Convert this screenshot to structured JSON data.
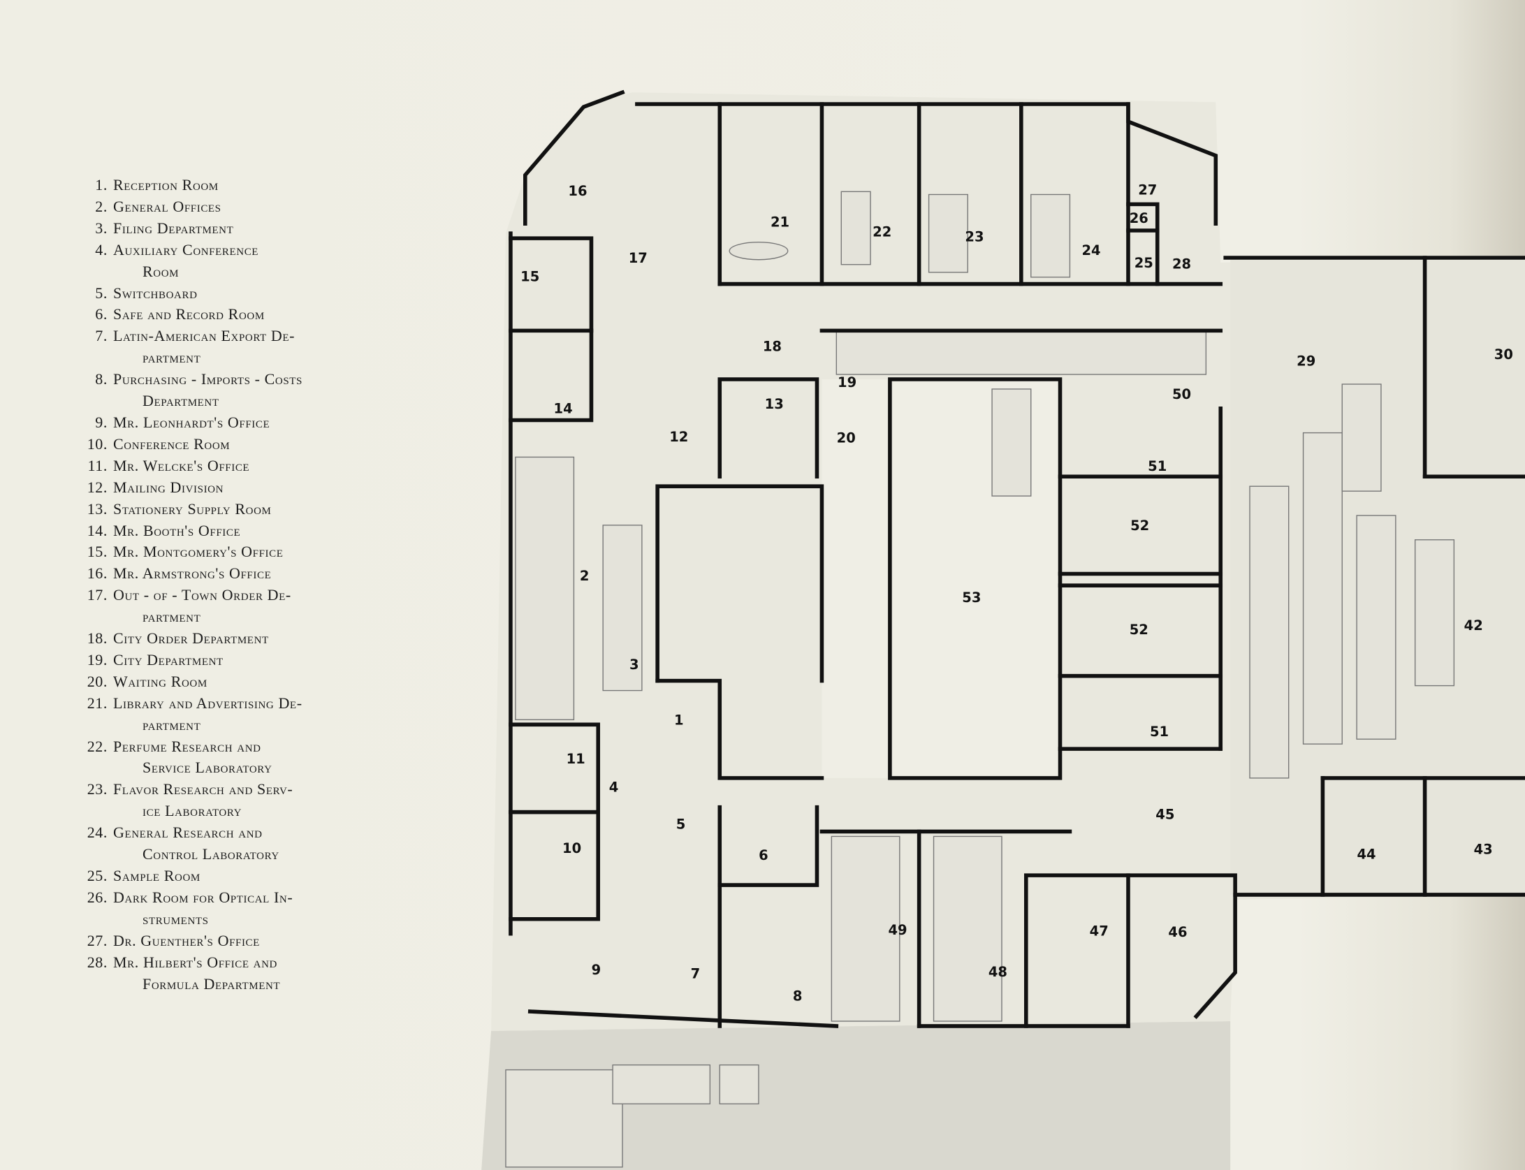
{
  "legend": [
    {
      "num": "1.",
      "text": "Reception Room"
    },
    {
      "num": "2.",
      "text": "General Offices"
    },
    {
      "num": "3.",
      "text": "Filing Department"
    },
    {
      "num": "4.",
      "text": "Auxiliary Conference",
      "cont": "Room"
    },
    {
      "num": "5.",
      "text": "Switchboard"
    },
    {
      "num": "6.",
      "text": "Safe and Record Room"
    },
    {
      "num": "7.",
      "text": "Latin-American Export De-",
      "cont": "partment"
    },
    {
      "num": "8.",
      "text": "Purchasing - Imports - Costs",
      "cont": "Department"
    },
    {
      "num": "9.",
      "text": "Mr. Leonhardt's Office"
    },
    {
      "num": "10.",
      "text": "Conference Room"
    },
    {
      "num": "11.",
      "text": "Mr. Welcke's Office"
    },
    {
      "num": "12.",
      "text": "Mailing Division"
    },
    {
      "num": "13.",
      "text": "Stationery Supply Room"
    },
    {
      "num": "14.",
      "text": "Mr. Booth's Office"
    },
    {
      "num": "15.",
      "text": "Mr. Montgomery's Office"
    },
    {
      "num": "16.",
      "text": "Mr. Armstrong's Office"
    },
    {
      "num": "17.",
      "text": "Out - of - Town Order De-",
      "cont": "partment"
    },
    {
      "num": "18.",
      "text": "City Order Department"
    },
    {
      "num": "19.",
      "text": "City Department"
    },
    {
      "num": "20.",
      "text": "Waiting Room"
    },
    {
      "num": "21.",
      "text": "Library and Advertising De-",
      "cont": "partment"
    },
    {
      "num": "22.",
      "text": "Perfume Research and",
      "cont": "Service Laboratory"
    },
    {
      "num": "23.",
      "text": "Flavor Research and Serv-",
      "cont": "ice Laboratory"
    },
    {
      "num": "24.",
      "text": "General Research and",
      "cont": "Control Laboratory"
    },
    {
      "num": "25.",
      "text": "Sample Room"
    },
    {
      "num": "26.",
      "text": "Dark Room for Optical In-",
      "cont": "struments"
    },
    {
      "num": "27.",
      "text": "Dr. Guenther's Office"
    },
    {
      "num": "28.",
      "text": "Mr. Hilbert's Office and",
      "cont": "Formula Department"
    }
  ],
  "plan_labels": [
    "1",
    "2",
    "3",
    "4",
    "5",
    "6",
    "7",
    "8",
    "9",
    "10",
    "11",
    "12",
    "13",
    "14",
    "15",
    "16",
    "17",
    "18",
    "19",
    "20",
    "21",
    "22",
    "23",
    "24",
    "25",
    "26",
    "27",
    "28",
    "29",
    "30",
    "42",
    "43",
    "44",
    "45",
    "46",
    "47",
    "48",
    "49",
    "50",
    "51",
    "52",
    "53",
    "52",
    "51"
  ]
}
